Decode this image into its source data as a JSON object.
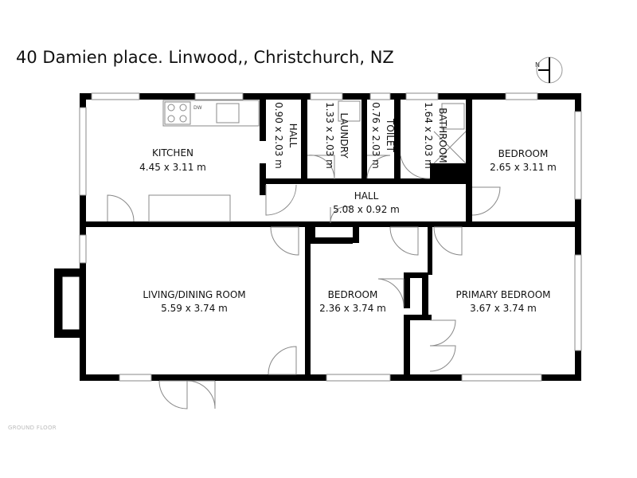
{
  "title": "40 Damien place. Linwood,, Christchurch, NZ",
  "floor_label": "GROUND FLOOR",
  "compass_label": "N",
  "rooms": [
    {
      "name": "KITCHEN",
      "size": "4.45 x 3.11 m"
    },
    {
      "name": "HALL",
      "size": "0.90 x 2.03 m"
    },
    {
      "name": "LAUNDRY",
      "size": "1.33 x 2.03 m"
    },
    {
      "name": "TOILET",
      "size": "0.76 x 2.03 m"
    },
    {
      "name": "BATHROOM",
      "size": "1.64 x 2.03 m"
    },
    {
      "name": "BEDROOM",
      "size": "2.65 x 3.11 m"
    },
    {
      "name": "HALL",
      "size": "5.08 x 0.92 m"
    },
    {
      "name": "LIVING/DINING ROOM",
      "size": "5.59 x 3.74 m"
    },
    {
      "name": "BEDROOM",
      "size": "2.36 x 3.74 m"
    },
    {
      "name": "PRIMARY BEDROOM",
      "size": "3.67 x 3.74 m"
    }
  ],
  "appliance_labels": {
    "dishwasher": "DW"
  }
}
